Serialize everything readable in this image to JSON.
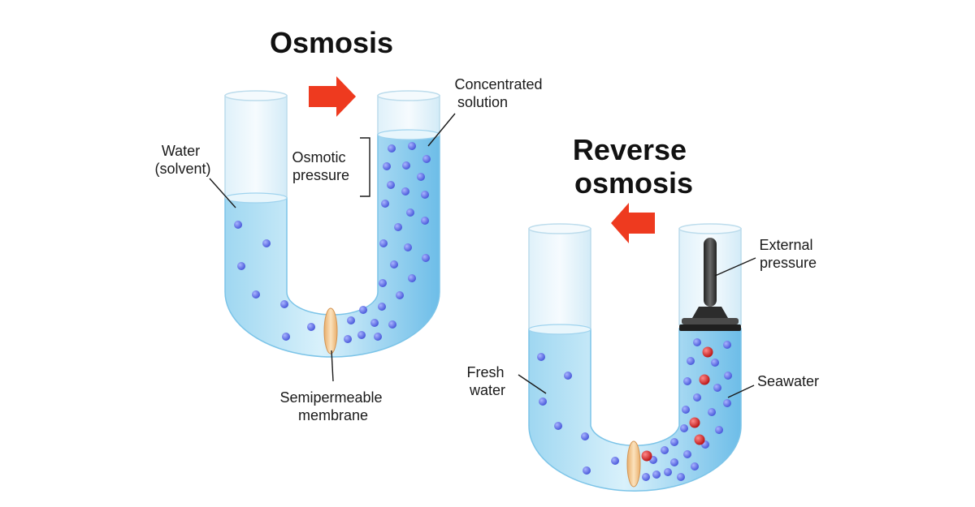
{
  "osmosis": {
    "title": "Osmosis",
    "labels": {
      "water": [
        "Water",
        "(solvent)"
      ],
      "osmotic_pressure": [
        "Osmotic",
        "pressure"
      ],
      "concentrated": [
        "Concentrated",
        "solution"
      ],
      "membrane": [
        "Semipermeable",
        "membrane"
      ]
    }
  },
  "reverse": {
    "title": [
      "Reverse",
      "osmosis"
    ],
    "labels": {
      "fresh_water": [
        "Fresh",
        "water"
      ],
      "external_pressure": [
        "External",
        "pressure"
      ],
      "seawater": [
        "Seawater"
      ]
    }
  },
  "colors": {
    "water_light": "#d6effa",
    "water_mid": "#8fd0ef",
    "water_dark": "#3fa5dc",
    "solvent_particle": "#5f6fe6",
    "solute_particle": "#d91e1e",
    "arrow": "#ee3a1f",
    "membrane": "#f3c48d",
    "tube_glass": "#eaf6fc",
    "piston": "#3a3a3a"
  }
}
